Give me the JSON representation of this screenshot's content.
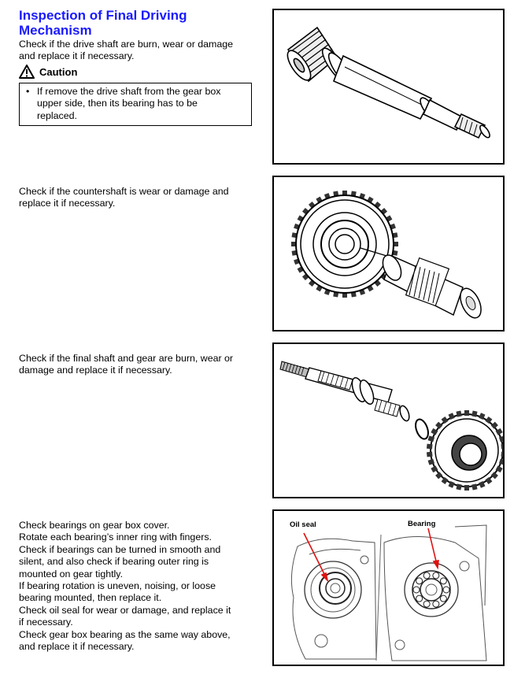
{
  "section": {
    "title": "Inspection of Final Driving Mechanism"
  },
  "drive_shaft": {
    "lines": [
      "Check if the drive shaft are burn, wear or damage",
      "and replace it if necessary."
    ],
    "caution_label": "Caution",
    "caution_icon": "warning-triangle-icon",
    "caution_bullet": "•",
    "caution_lines": [
      "If remove the drive shaft from the gear box",
      "upper side, then its bearing has to be",
      "replaced."
    ]
  },
  "countershaft": {
    "lines": [
      "Check if the countershaft is wear or damage and",
      "replace it if necessary."
    ]
  },
  "final_shaft": {
    "lines": [
      "Check if the final shaft and gear are burn, wear or",
      "damage and replace it if necessary."
    ]
  },
  "bearings": {
    "lines": [
      "Check bearings on gear box cover.",
      "Rotate each bearing’s inner ring with fingers.",
      "Check if bearings can be turned in smooth and",
      "silent, and also check if bearing outer ring is",
      "mounted on gear tightly.",
      "If bearing rotation is uneven, noising, or loose",
      "bearing mounted, then replace it.",
      "Check oil seal for wear or damage, and replace it",
      "if necessary.",
      "Check gear box bearing as the same way above,",
      "and replace it if necessary."
    ],
    "figure_labels": {
      "oil_seal": "Oil seal",
      "bearing": "Bearing"
    },
    "callout_color": "#e01010"
  }
}
